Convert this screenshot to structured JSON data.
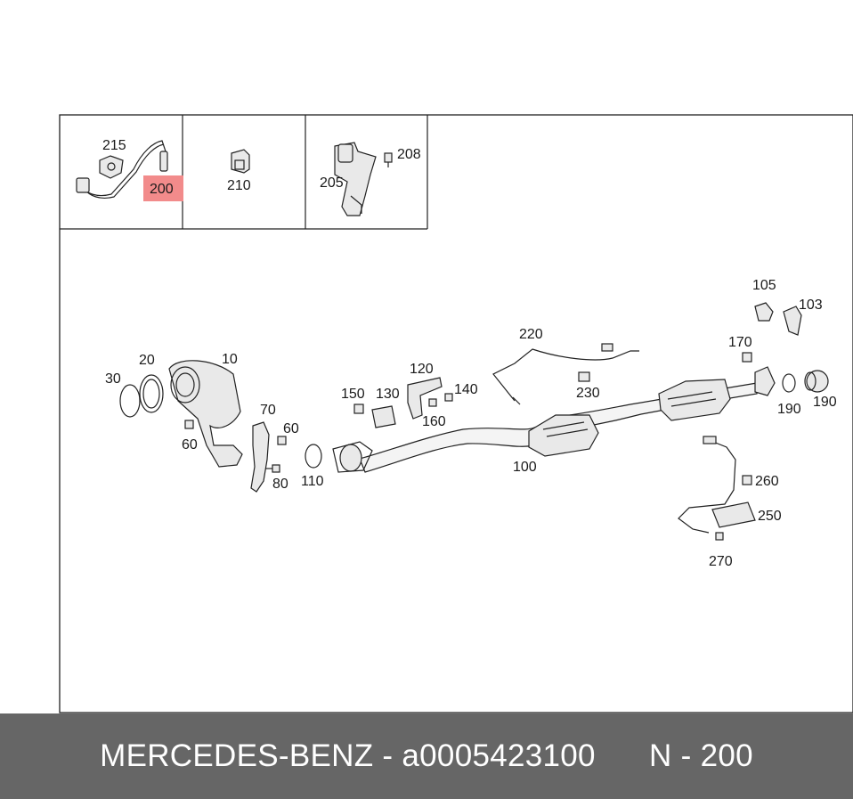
{
  "labels": {
    "p215": "215",
    "p200": "200",
    "p210": "210",
    "p205": "205",
    "p208": "208",
    "p105": "105",
    "p103": "103",
    "p220": "220",
    "p170": "170",
    "p10": "10",
    "p20": "20",
    "p30": "30",
    "p120": "120",
    "p150": "150",
    "p130": "130",
    "p140": "140",
    "p230": "230",
    "p160": "160",
    "p190a": "190",
    "p190b": "190",
    "p70": "70",
    "p60a": "60",
    "p60b": "60",
    "p80": "80",
    "p110": "110",
    "p100": "100",
    "p260": "260",
    "p250": "250",
    "p270": "270"
  },
  "highlight_color": "#f28b8b",
  "footer": {
    "brand": "MERCEDES-BENZ",
    "separator": " - ",
    "part_number": "a0005423100",
    "position": "N - 200"
  },
  "colors": {
    "footer_bg": "#666666",
    "footer_text": "#ffffff",
    "line": "#222222"
  }
}
